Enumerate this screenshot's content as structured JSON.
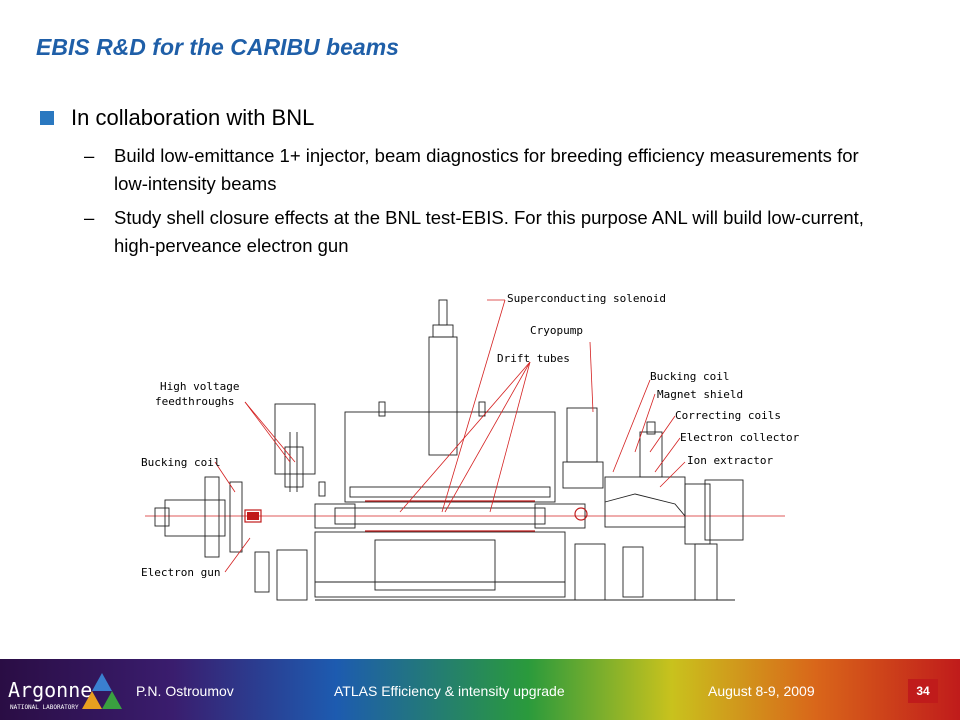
{
  "slide": {
    "title": "EBIS R&D for the CARIBU beams",
    "bullet": "In collaboration with BNL",
    "subbullets": [
      {
        "dash": "–",
        "text": "Build low-emittance 1+ injector, beam diagnostics for breeding efficiency measurements for low-intensity beams"
      },
      {
        "dash": "–",
        "text": "Study shell closure effects at the BNL test-EBIS. For this purpose ANL will build low-current, high-perveance electron gun"
      }
    ]
  },
  "diagram": {
    "labels": {
      "superconducting_solenoid": "Superconducting solenoid",
      "cryopump": "Cryopump",
      "drift_tubes": "Drift tubes",
      "high_voltage": "High voltage",
      "feedthroughs": "feedthroughs",
      "bucking_coil_left": "Bucking coil",
      "bucking_coil_right": "Bucking coil",
      "magnet_shield": "Magnet shield",
      "correcting_coils": "Correcting coils",
      "electron_collector": "Electron collector",
      "ion_extractor": "Ion extractor",
      "electron_gun": "Electron gun"
    }
  },
  "footer": {
    "logo_text": "Argonne",
    "logo_subtext": "NATIONAL LABORATORY",
    "author": "P.N. Ostroumov",
    "talk": "ATLAS Efficiency & intensity upgrade",
    "date": "August 8-9, 2009",
    "page": "34"
  },
  "colors": {
    "title": "#1f5fa8",
    "bullet": "#2a78c0",
    "accent_red": "#c01b1b"
  }
}
